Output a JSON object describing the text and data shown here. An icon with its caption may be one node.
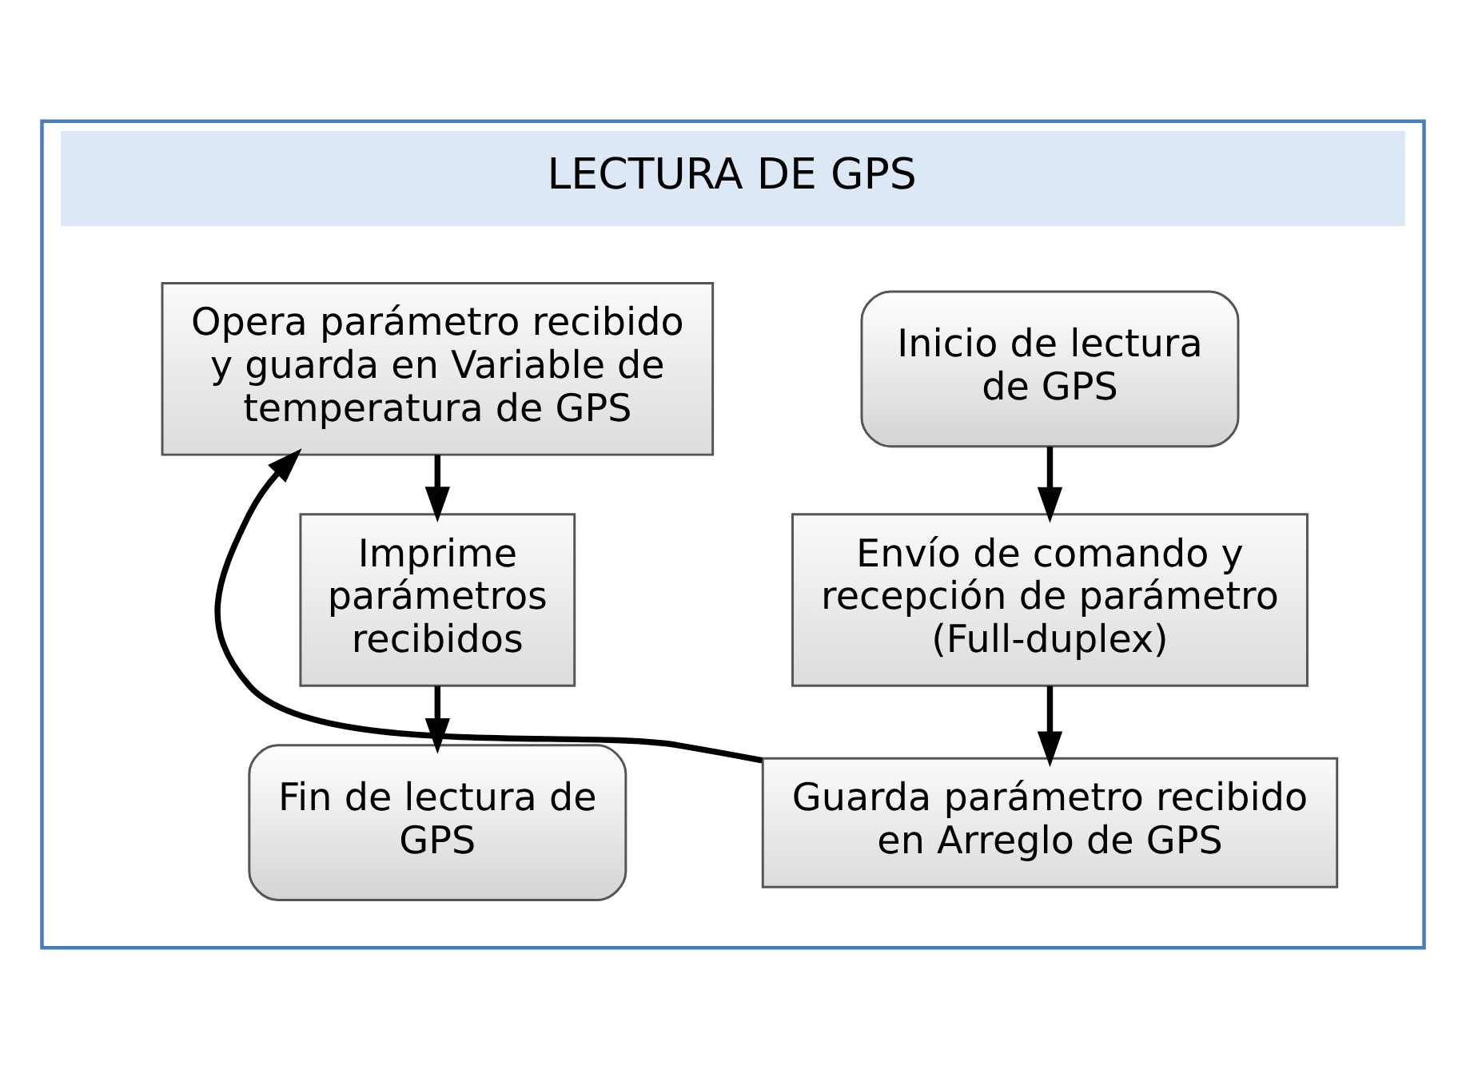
{
  "diagram": {
    "nodes": [
      {
        "text": [
          "LECTURA DE GPS"
        ]
      },
      {
        "text": [
          "Inicio de lectura de GPS"
        ],
        "in": 0
      },
      {
        "text": [
          "Envío de comando y recepción de parámetro (Full-duplex)"
        ],
        "in": 0
      },
      {
        "text": [
          "Guarda parámetro recibido en Arreglo de GPS"
        ],
        "in": 0
      },
      {
        "text": [
          "Opera parámetro recibido y guarda en Variable de temperatura de GPS"
        ],
        "in": 0
      },
      {
        "text": [
          "Imprime parámetros recibidos"
        ],
        "in": 0
      },
      {
        "text": [
          "Fin de lectura de GPS"
        ],
        "in": 0
      }
    ],
    "edges": [
      {
        "from": 1,
        "to": 2,
        "arrow": "to"
      },
      {
        "from": 2,
        "to": 3,
        "arrow": "to"
      },
      {
        "from": 3,
        "to": 4,
        "arrow": "to"
      },
      {
        "from": 4,
        "to": 5,
        "arrow": "to"
      },
      {
        "from": 5,
        "to": 6,
        "arrow": "to"
      }
    ]
  }
}
